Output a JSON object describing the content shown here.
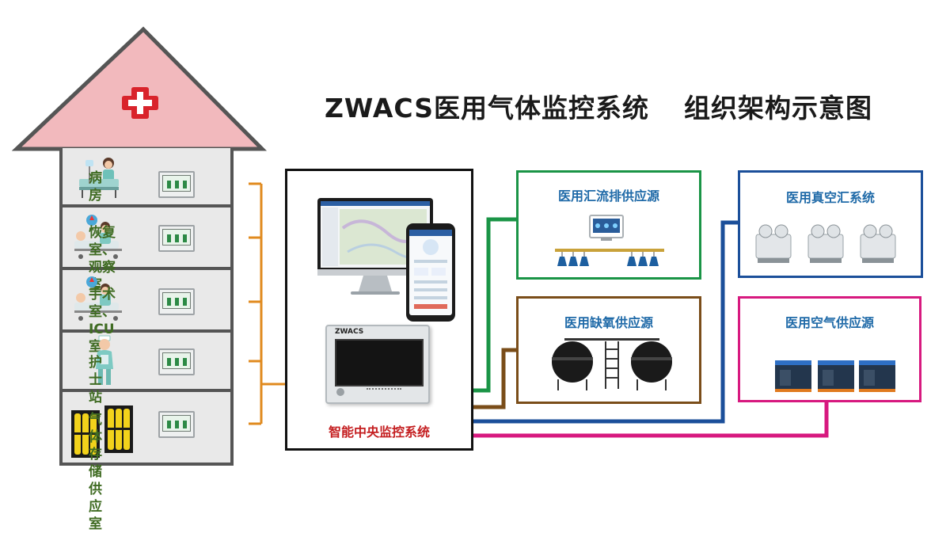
{
  "title": {
    "main": "ZWACS医用气体监控系统",
    "sub": "组织架构示意图"
  },
  "building": {
    "roof_color": "#f2b9bd",
    "logo": "red-cross-icon",
    "floors": [
      {
        "label": "病房",
        "icon": "ward-bed-icon"
      },
      {
        "label": "恢复室、\n观察室",
        "icon": "recovery-patient-icon"
      },
      {
        "label": "手术室、\nICU室",
        "icon": "surgery-patient-icon"
      },
      {
        "label": "护士站",
        "icon": "nurse-icon"
      },
      {
        "label": "气体存储\n供应室",
        "icon": "gas-cylinders-icon"
      }
    ]
  },
  "central_system": {
    "label": "智能中央监控系统",
    "device_brand": "ZWACS"
  },
  "subsystems": [
    {
      "label": "医用汇流排供应源",
      "color": "#1a9446",
      "icon": "manifold-icon"
    },
    {
      "label": "医用真空汇系统",
      "color": "#1b4f9a",
      "icon": "vacuum-pump-icon"
    },
    {
      "label": "医用缺氧供应源",
      "color": "#7a4d19",
      "icon": "oxygen-tank-icon"
    },
    {
      "label": "医用空气供应源",
      "color": "#d7197f",
      "icon": "air-compressor-icon"
    }
  ],
  "colors": {
    "floor_wire": "#e08a1e",
    "floor_label": "#3f6b22",
    "subsystem_title": "#1f6aa8",
    "core_label": "#c41e20"
  }
}
